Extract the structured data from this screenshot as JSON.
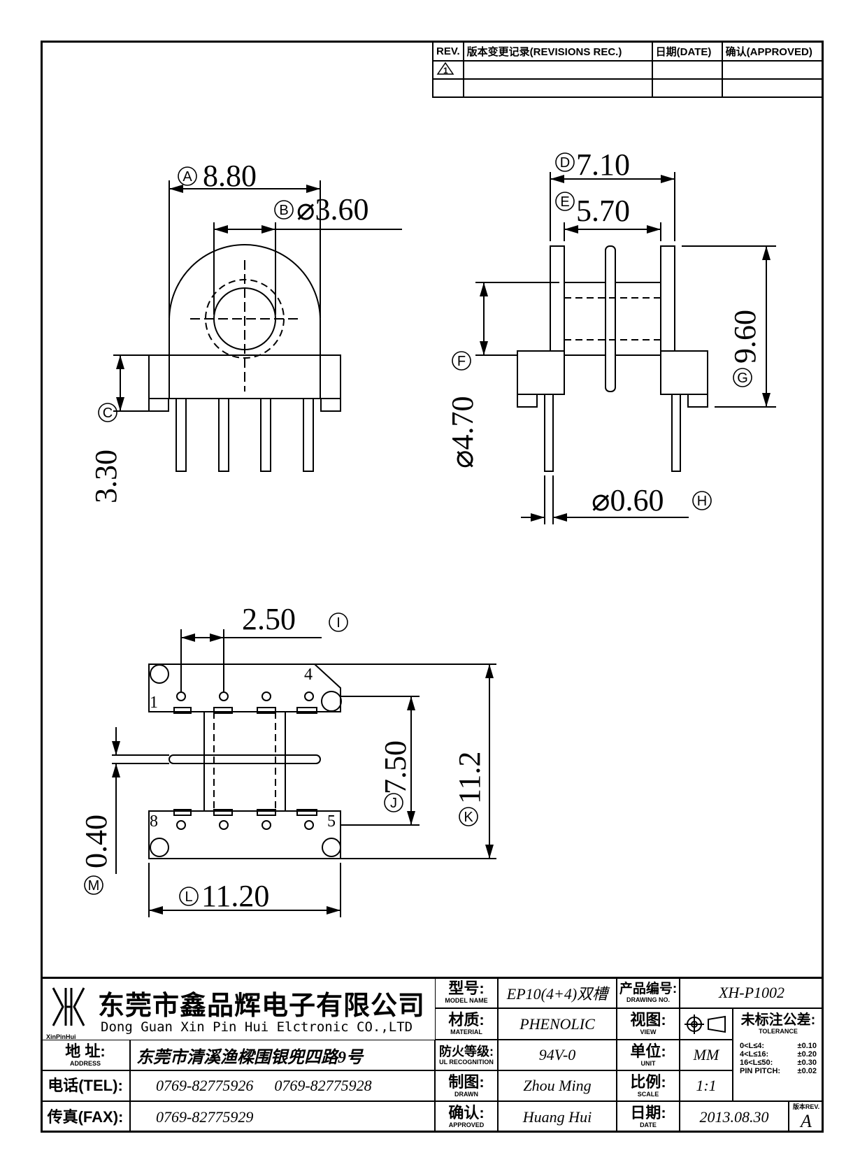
{
  "revision_table": {
    "rev_header": "REV.",
    "record_header": "版本变更记录(REVISIONS REC.)",
    "date_header": "日期(DATE)",
    "approved_header": "确认(APPROVED)",
    "rev_mark": "1"
  },
  "dimensions": {
    "A": "8.80",
    "B": "⌀3.60",
    "C": "3.30",
    "D": "7.10",
    "E": "5.70",
    "F": "⌀4.70",
    "G": "9.60",
    "H": "⌀0.60",
    "I": "2.50",
    "J": "7.50",
    "K": "11.2",
    "L": "11.20",
    "M": "0.40"
  },
  "dimension_markers": [
    "A",
    "B",
    "C",
    "D",
    "E",
    "F",
    "G",
    "H",
    "I",
    "J",
    "K",
    "L",
    "M"
  ],
  "pin_labels": {
    "p1": "1",
    "p4": "4",
    "p5": "5",
    "p8": "8"
  },
  "company": {
    "name_cn": "东莞市鑫品辉电子有限公司",
    "name_en": "Dong Guan Xin Pin Hui Elctronic CO.,LTD",
    "logo_text": "XinPinHui"
  },
  "title_block": {
    "address_label": "地 址:",
    "address_label_en": "ADDRESS",
    "address_value": "东莞市清溪渔樑围银兜四路9号",
    "tel_label": "电话(TEL):",
    "tel_value_1": "0769-82775926",
    "tel_value_2": "0769-82775928",
    "fax_label": "传真(FAX):",
    "fax_value": "0769-82775929",
    "model_label": "型号:",
    "model_label_en": "MODEL NAME",
    "model_value": "EP10(4+4)双槽",
    "material_label": "材质:",
    "material_label_en": "MATERIAL",
    "material_value": "PHENOLIC",
    "fire_label": "防火等级:",
    "fire_label_en": "UL RECOGNITION",
    "fire_value": "94V-0",
    "drawn_label": "制图:",
    "drawn_label_en": "DRAWN",
    "drawn_value": "Zhou Ming",
    "approved_label": "确认:",
    "approved_label_en": "APPROVED",
    "approved_value": "Huang Hui",
    "drawing_no_label": "产品编号:",
    "drawing_no_label_en": "DRAWING NO.",
    "drawing_no_value": "XH-P1002",
    "view_label": "视图:",
    "view_label_en": "VIEW",
    "unit_label": "单位:",
    "unit_label_en": "UNIT",
    "unit_value": "MM",
    "scale_label": "比例:",
    "scale_label_en": "SCALE",
    "scale_value": "1:1",
    "date_label": "日期:",
    "date_label_en": "DATE",
    "date_value": "2013.08.30",
    "tolerance_label": "未标注公差:",
    "tolerance_label_en": "TOLERANCE",
    "tol_1_range": "0<L≤4:",
    "tol_1_value": "±0.10",
    "tol_2_range": "4<L≤16:",
    "tol_2_value": "±0.20",
    "tol_3_range": "16<L≤50:",
    "tol_3_value": "±0.30",
    "tol_4_range": "PIN PITCH:",
    "tol_4_value": "±0.02",
    "version_label": "版本REV.",
    "version_value": "A"
  }
}
